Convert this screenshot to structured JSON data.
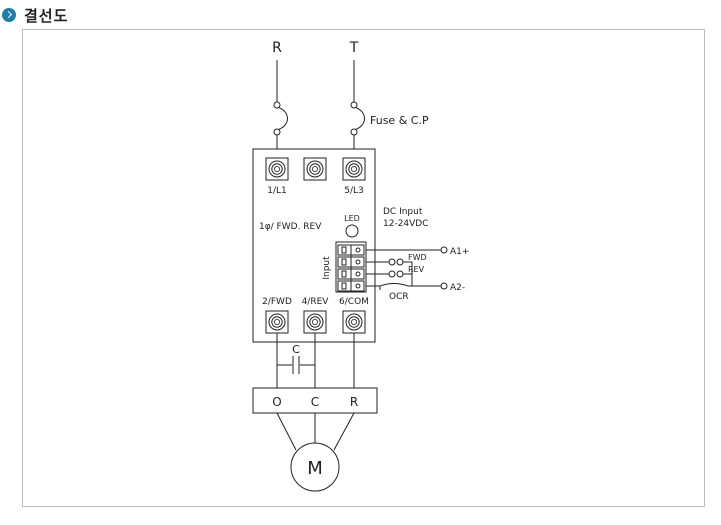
{
  "header": {
    "title": "결선도"
  },
  "supply": {
    "r": "R",
    "t": "T"
  },
  "fuse_label": "Fuse & C.P",
  "terminals_top": {
    "l1": "1/L1",
    "l3": "5/L3"
  },
  "mode_label": "1φ/  FWD. REV",
  "led_label": "LED",
  "dc_input": {
    "line1": "DC Input",
    "line2": "12-24VDC"
  },
  "input_label": "Input",
  "control": {
    "a1": "A1+",
    "a2": "A2-",
    "fwd": "FWD",
    "rev": "REV",
    "ocr": "OCR"
  },
  "terminals_bottom": {
    "fwd": "2/FWD",
    "rev": "4/REV",
    "com": "6/COM"
  },
  "capacitor_label": "C",
  "motor_terminals": {
    "o": "O",
    "c": "C",
    "r": "R"
  },
  "motor_label": "M"
}
